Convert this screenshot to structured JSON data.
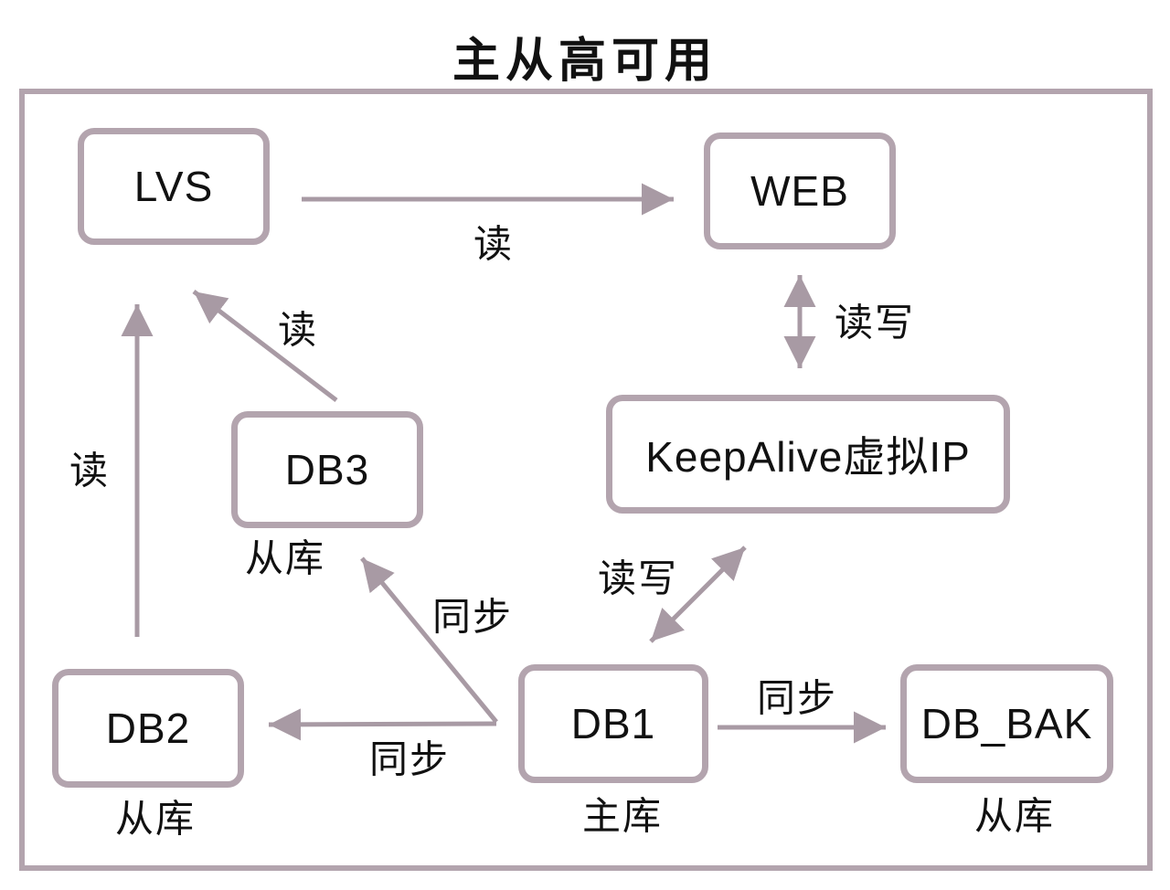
{
  "title": "主从高可用",
  "colors": {
    "box_border": "#b3a4ae",
    "arrow": "#a89aa4",
    "text": "#111111",
    "background": "#ffffff"
  },
  "nodes": [
    {
      "id": "lvs",
      "label": "LVS"
    },
    {
      "id": "web",
      "label": "WEB"
    },
    {
      "id": "db3",
      "label": "DB3",
      "sublabel": "从库"
    },
    {
      "id": "keepalive",
      "label": "KeepAlive虚拟IP"
    },
    {
      "id": "db2",
      "label": "DB2",
      "sublabel": "从库"
    },
    {
      "id": "db1",
      "label": "DB1",
      "sublabel": "主库"
    },
    {
      "id": "db_bak",
      "label": "DB_BAK",
      "sublabel": "从库"
    }
  ],
  "edges": [
    {
      "from": "LVS",
      "to": "WEB",
      "label": "读",
      "direction": "one-way"
    },
    {
      "from": "WEB",
      "to": "KeepAlive虚拟IP",
      "label": "读写",
      "direction": "two-way"
    },
    {
      "from": "DB3",
      "to": "LVS",
      "label": "读",
      "direction": "one-way"
    },
    {
      "from": "DB2",
      "to": "LVS",
      "label": "读",
      "direction": "one-way"
    },
    {
      "from": "DB1",
      "to": "DB3",
      "label": "同步",
      "direction": "one-way"
    },
    {
      "from": "DB1",
      "to": "DB2",
      "label": "同步",
      "direction": "one-way"
    },
    {
      "from": "DB1",
      "to": "KeepAlive虚拟IP",
      "label": "读写",
      "direction": "two-way"
    },
    {
      "from": "DB1",
      "to": "DB_BAK",
      "label": "同步",
      "direction": "one-way"
    }
  ]
}
